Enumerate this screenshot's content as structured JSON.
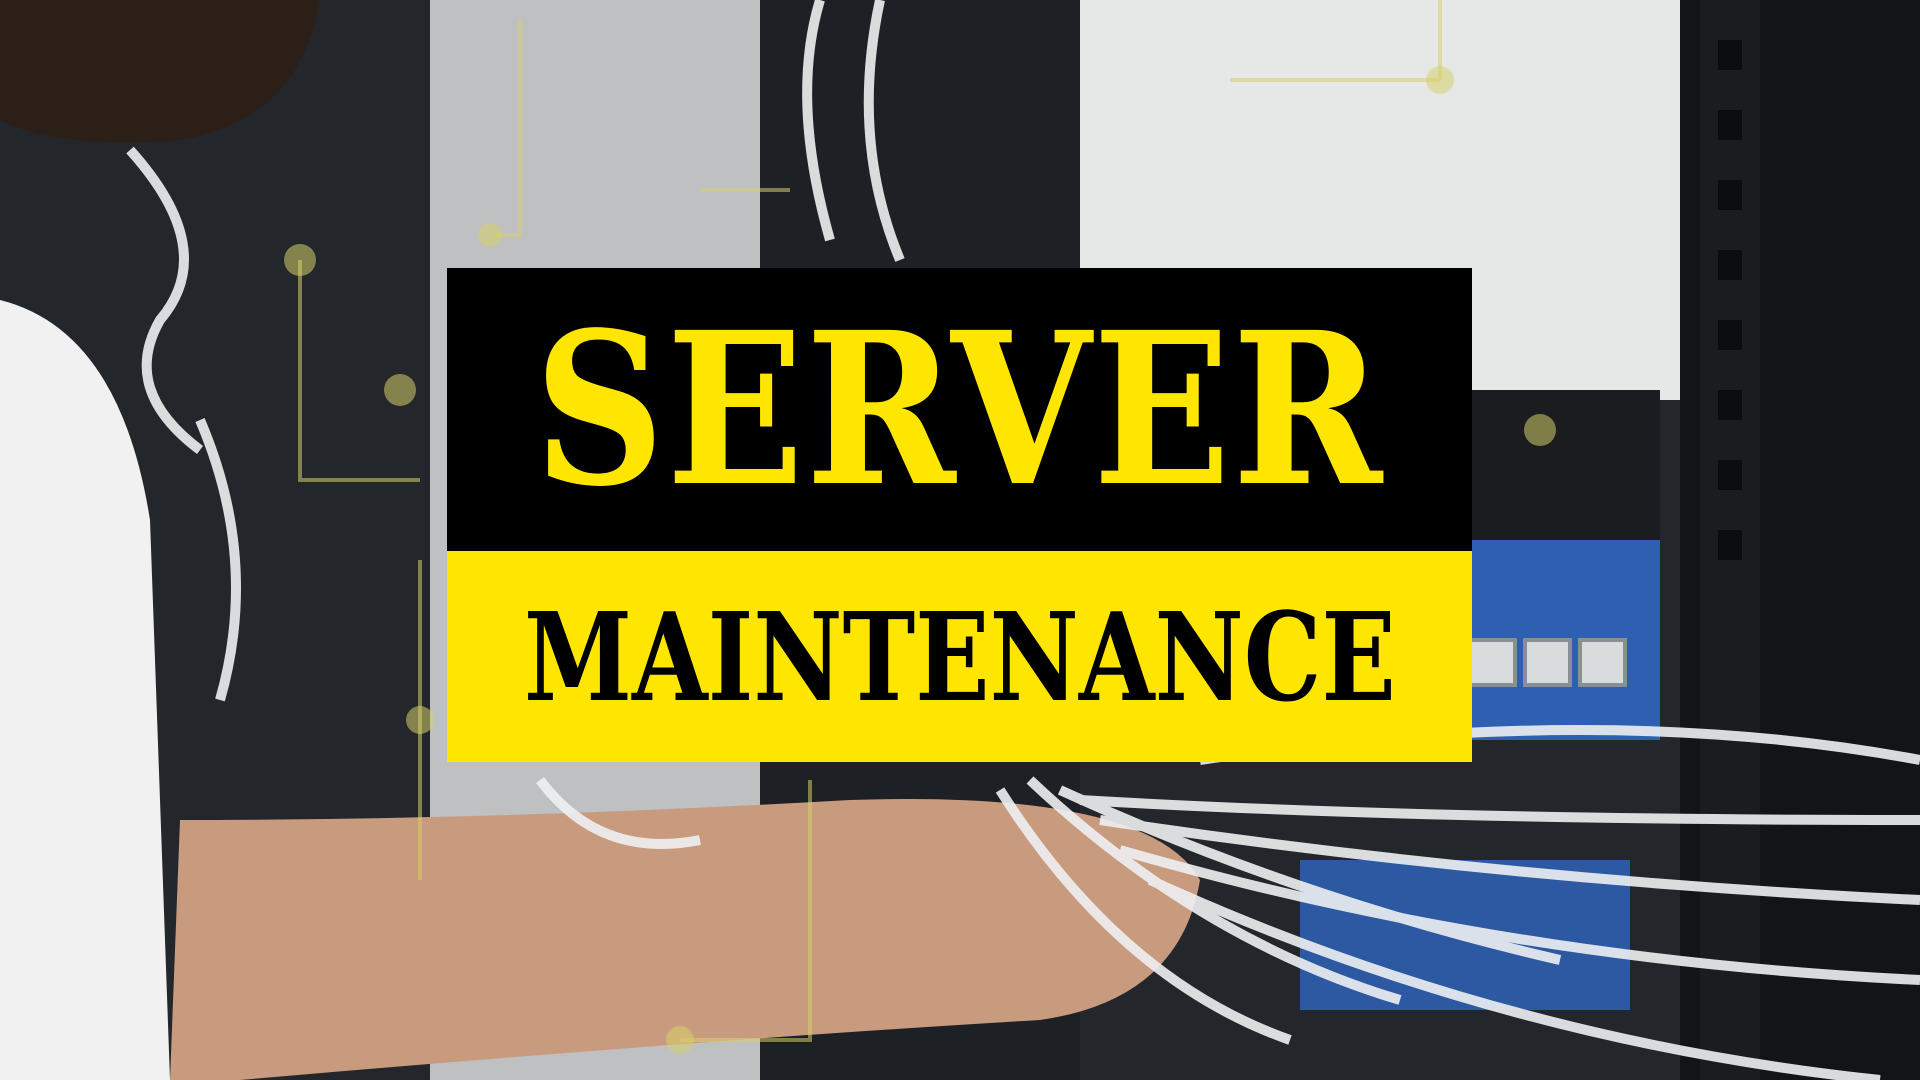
{
  "image": {
    "description_kind": "photo",
    "colors": {
      "banner_black": "#000000",
      "banner_yellow": "#ffe600",
      "circuit_lines": "#d6cf6a",
      "cable_white": "#e9ecef",
      "switch_blue": "#2f5fb0"
    }
  },
  "title": {
    "line1": "SERVER",
    "line2": "MAINTENANCE"
  }
}
